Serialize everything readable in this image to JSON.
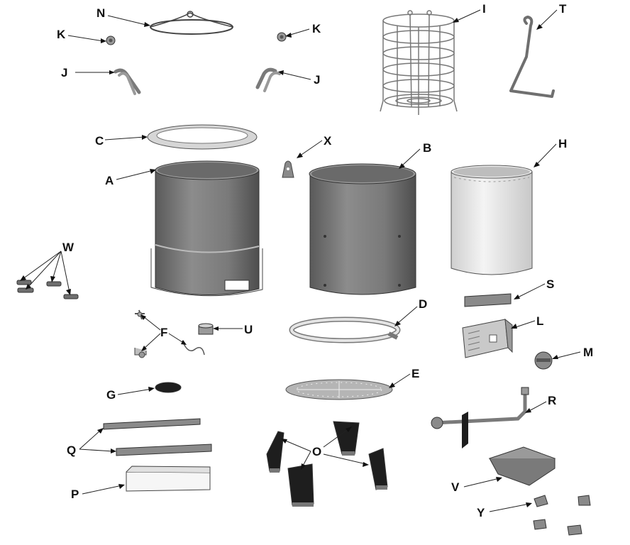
{
  "labels": {
    "A": "A",
    "B": "B",
    "C": "C",
    "D": "D",
    "E": "E",
    "F": "F",
    "G": "G",
    "H": "H",
    "I": "I",
    "J1": "J",
    "J2": "J",
    "K1": "K",
    "K2": "K",
    "L": "L",
    "M": "M",
    "N": "N",
    "O": "O",
    "P": "P",
    "Q": "Q",
    "R": "R",
    "S": "S",
    "T": "T",
    "U": "U",
    "V": "V",
    "W": "W",
    "X": "X",
    "Y": "Y"
  },
  "colors": {
    "steel": "#8a8a8a",
    "steel_dark": "#5e5e5e",
    "light_metal": "#e4e4e4",
    "ring": "#d8d8d8",
    "black_part": "#1e1e1e"
  }
}
